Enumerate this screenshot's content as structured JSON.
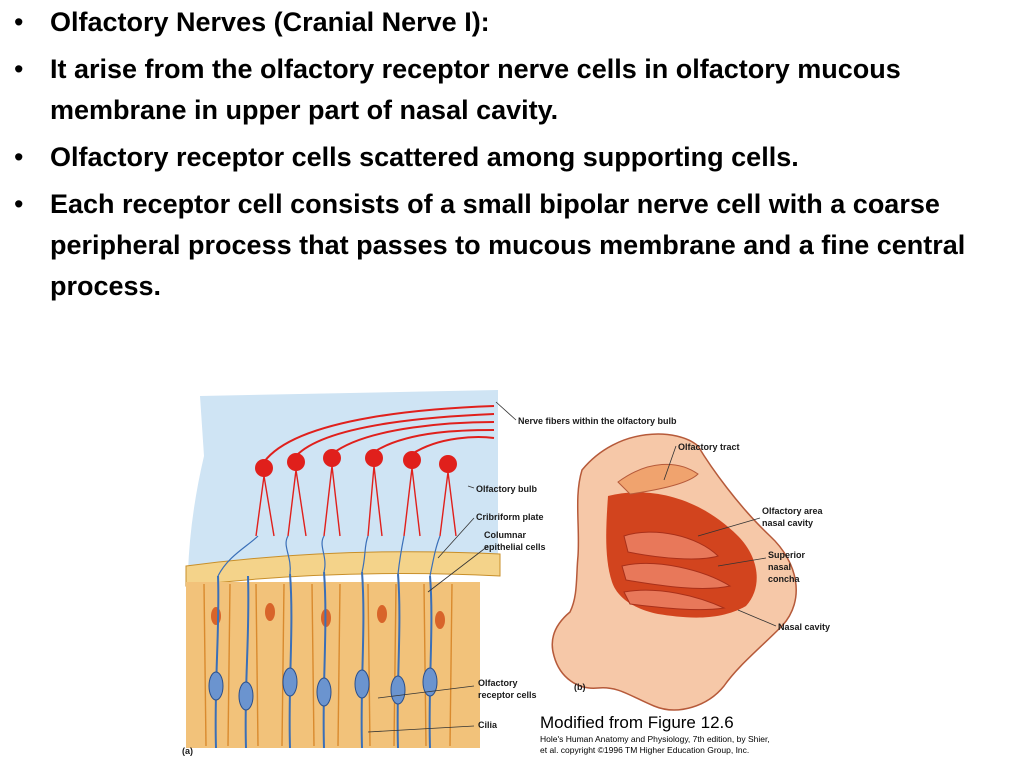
{
  "bullets": [
    "Olfactory Nerves (Cranial Nerve I):",
    "It arise from the olfactory receptor nerve cells in olfactory mucous membrane in upper part of nasal cavity.",
    "Olfactory receptor cells scattered among supporting cells.",
    "Each receptor cell consists of a small bipolar nerve cell with a coarse peripheral process that passes to mucous membrane and a fine central process."
  ],
  "bullet_symbol": "•",
  "figure": {
    "labels": {
      "nerve_fibers": "Nerve fibers within the olfactory bulb",
      "olfactory_bulb": "Olfactory bulb",
      "cribriform_plate": "Cribriform plate",
      "columnar_1": "Columnar",
      "columnar_2": "epithelial cells",
      "receptor_1": "Olfactory",
      "receptor_2": "receptor cells",
      "cilia": "Cilia",
      "panel_a": "(a)",
      "panel_b": "(b)",
      "olfactory_tract": "Olfactory tract",
      "olfactory_area_1": "Olfactory area",
      "olfactory_area_2": "nasal cavity",
      "superior_1": "Superior",
      "superior_2": "nasal",
      "superior_3": "concha",
      "nasal_cavity": "Nasal cavity"
    },
    "caption_main": "Modified from Figure 12.6",
    "caption_line1": "Hole's Human Anatomy and Physiology, 7th edition, by Shier,",
    "caption_line2": "et al. copyright ©1996 TM Higher Education Group, Inc."
  },
  "colors": {
    "blue_bg": "#cfe4f4",
    "neuron_red": "#e0201c",
    "nerve_blue": "#3a6fb8",
    "epithelium_orange": "#f2c27a",
    "cavity_red": "#d2441e"
  }
}
